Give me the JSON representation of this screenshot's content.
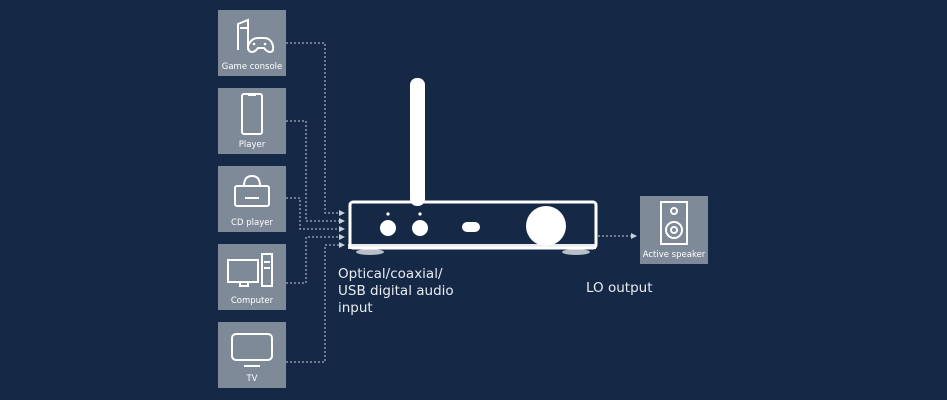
{
  "sources": [
    {
      "label": "Game console",
      "icon": "game-console-icon"
    },
    {
      "label": "Player",
      "icon": "player-icon"
    },
    {
      "label": "CD player",
      "icon": "cd-player-icon"
    },
    {
      "label": "Computer",
      "icon": "computer-icon"
    },
    {
      "label": "TV",
      "icon": "tv-icon"
    }
  ],
  "output": {
    "label": "Active speaker",
    "icon": "speaker-icon"
  },
  "captions": {
    "input": "Optical/coaxial/\nUSB digital audio\ninput",
    "output": "LO output"
  },
  "colors": {
    "background": "#152846",
    "box": "#7e8a98",
    "line": "#c8d0da",
    "device": "#ffffff"
  }
}
